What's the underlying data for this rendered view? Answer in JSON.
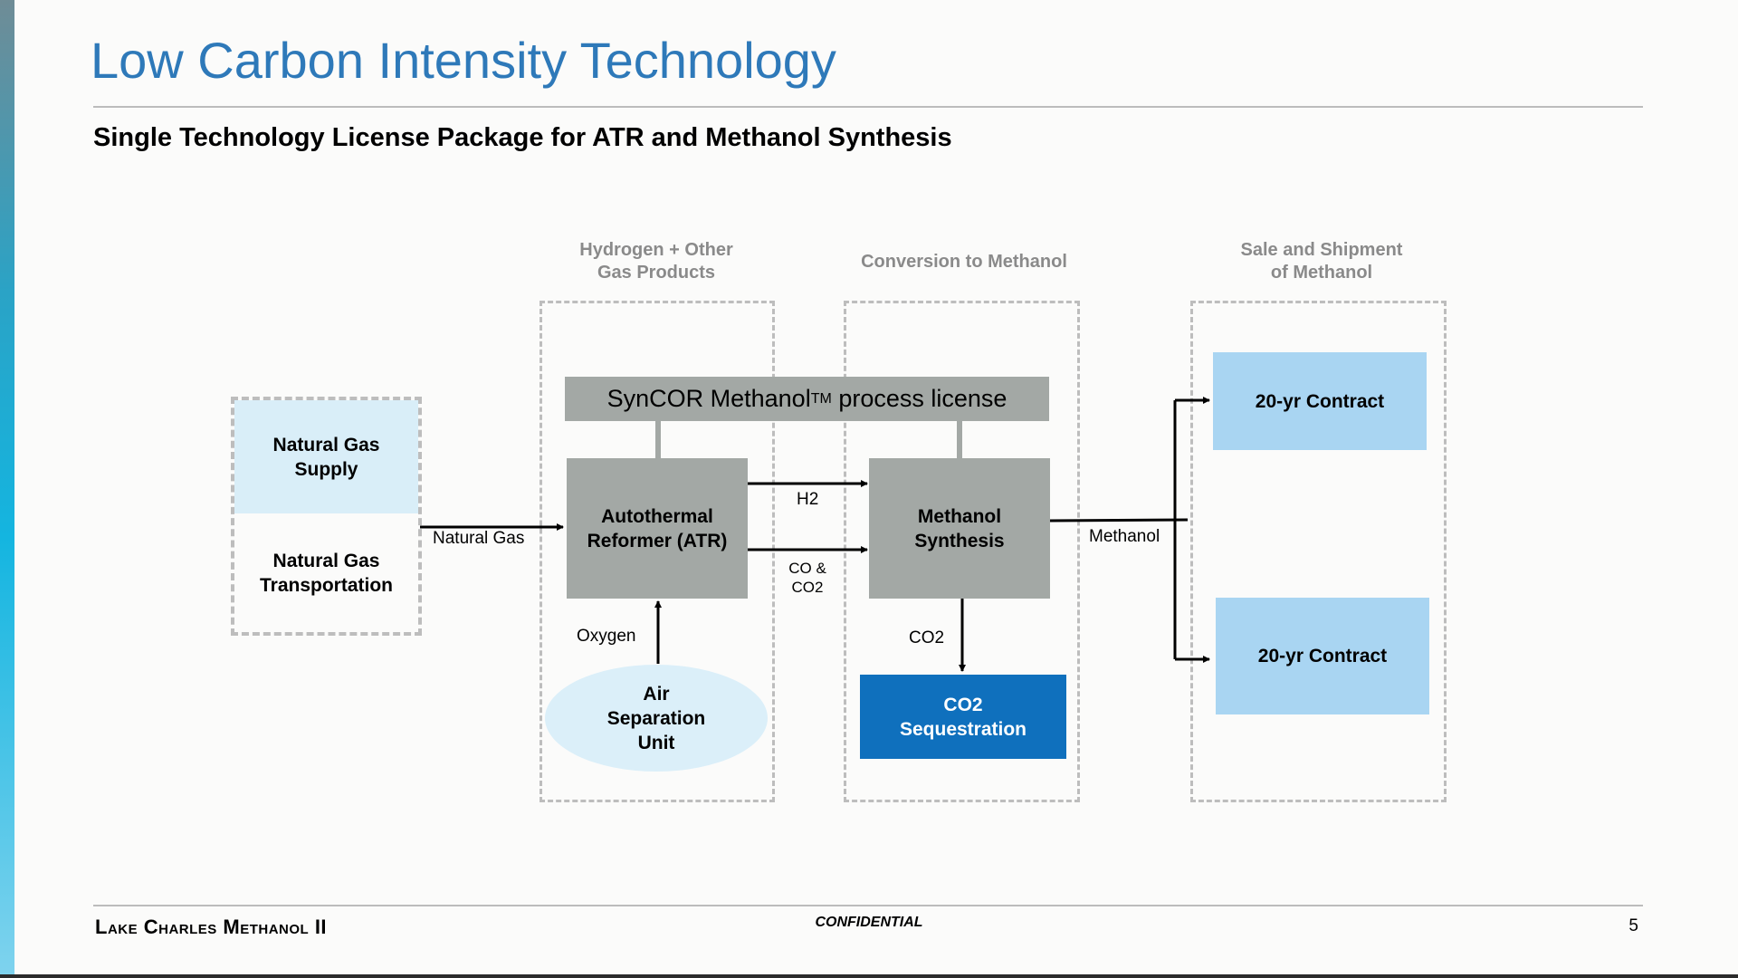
{
  "slide": {
    "title": "Low Carbon Intensity Technology",
    "subtitle": "Single Technology License Package for ATR and Methanol Synthesis",
    "page_number": "5"
  },
  "footer": {
    "company": "Lake Charles Methanol II",
    "confidential": "CONFIDENTIAL"
  },
  "diagram": {
    "column_headers": {
      "hydrogen": [
        "Hydrogen + Other",
        "Gas Products"
      ],
      "conversion": "Conversion to Methanol",
      "sale": [
        "Sale and Shipment",
        "of Methanol"
      ]
    },
    "license_bar": {
      "text": "SynCOR Methanol",
      "superscript": "TM",
      "suffix": " process license"
    },
    "nodes": {
      "natural_gas_supply": [
        "Natural Gas",
        "Supply"
      ],
      "natural_gas_transportation": [
        "Natural Gas",
        "Transportation"
      ],
      "atr": [
        "Autothermal",
        "Reformer (ATR)"
      ],
      "methanol_synthesis": [
        "Methanol",
        "Synthesis"
      ],
      "air_separation": [
        "Air",
        "Separation",
        "Unit"
      ],
      "co2_sequestration": [
        "CO2",
        "Sequestration"
      ],
      "contract_1": "20-yr Contract",
      "contract_2": "20-yr Contract"
    },
    "edge_labels": {
      "natural_gas": "Natural Gas",
      "h2": "H2",
      "co_co2": [
        "CO &",
        "CO2"
      ],
      "oxygen": "Oxygen",
      "co2": "CO2",
      "methanol": "Methanol"
    },
    "colors": {
      "title_blue": "#2e79b9",
      "process_gray": "#a3a8a5",
      "light_blue": "#a9d5f2",
      "sequestration_blue": "#0f70bd",
      "air_ellipse": "#dbeff9"
    }
  }
}
